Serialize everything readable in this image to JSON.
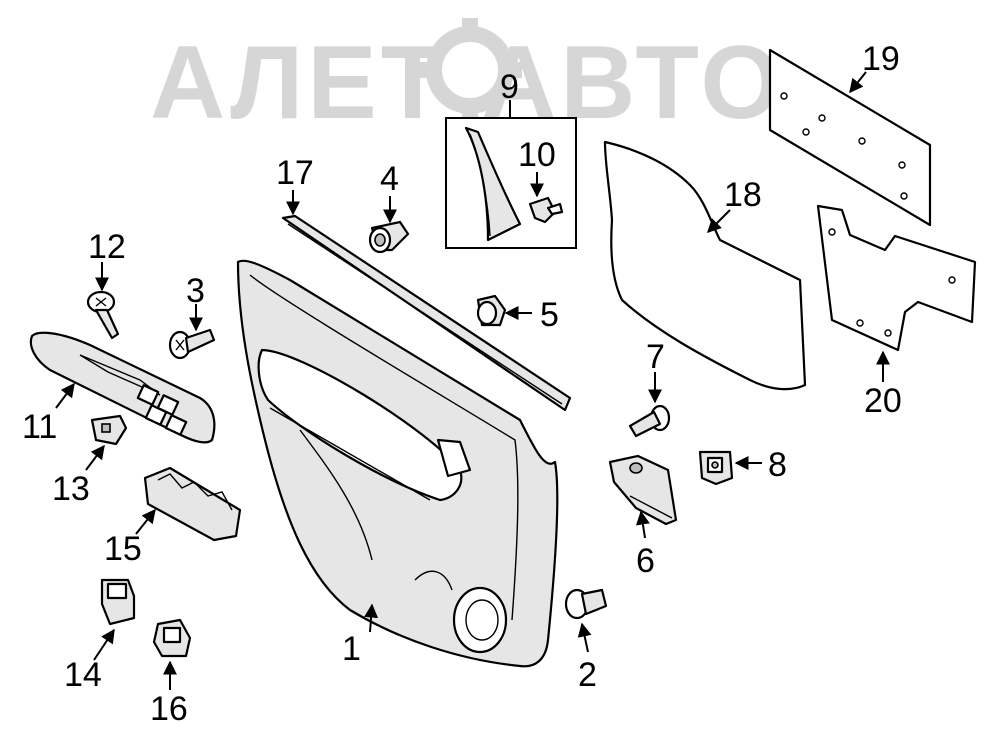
{
  "watermark": {
    "text": "АЛЕТ АВТО",
    "color": "#cfcfcf",
    "icon": "gear-logo-icon"
  },
  "callouts": {
    "c1": "1",
    "c2": "2",
    "c3": "3",
    "c4": "4",
    "c5": "5",
    "c6": "6",
    "c7": "7",
    "c8": "8",
    "c9": "9",
    "c10": "10",
    "c11": "11",
    "c12": "12",
    "c13": "13",
    "c14": "14",
    "c15": "15",
    "c16": "16",
    "c17": "17",
    "c18": "18",
    "c19": "19",
    "c20": "20"
  },
  "colors": {
    "line": "#000000",
    "part_fill": "#e6e6e6",
    "background": "#ffffff"
  }
}
